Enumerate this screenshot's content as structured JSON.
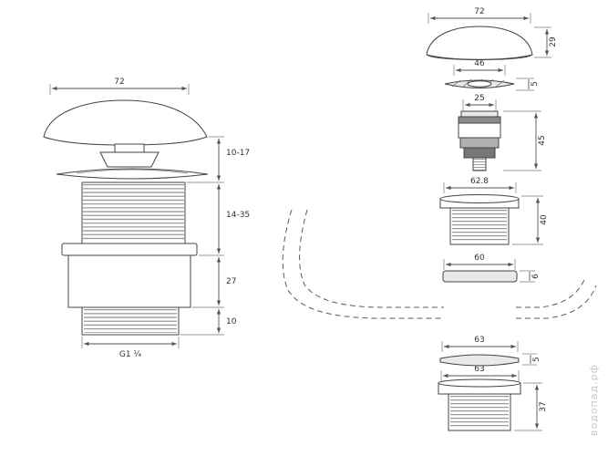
{
  "drawing": {
    "watermark": "водопад.рф"
  },
  "assembled_view": {
    "width_dim": "72",
    "height_dims": [
      "10-17",
      "14-35",
      "27",
      "10"
    ],
    "thread_label": "G1 ¼"
  },
  "exploded_view": {
    "parts": [
      {
        "id": "cap",
        "width": "72",
        "height": "29"
      },
      {
        "id": "decor-ring",
        "width": "46",
        "height": "5"
      },
      {
        "id": "valve-cartridge",
        "width": "25",
        "height": "45"
      },
      {
        "id": "drain-body",
        "width": "62.8",
        "height": "40"
      },
      {
        "id": "rubber-gasket",
        "width": "60",
        "height": "6"
      },
      {
        "id": "washer",
        "width": "63",
        "height": "5"
      },
      {
        "id": "locknut",
        "width": "63",
        "height": "37"
      }
    ]
  }
}
